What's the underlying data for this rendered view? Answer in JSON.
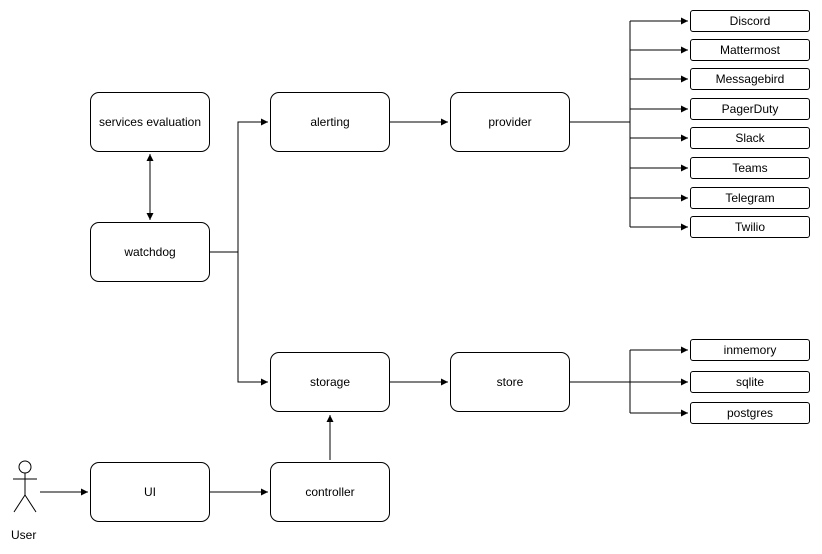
{
  "diagram": {
    "nodes": {
      "services_evaluation": {
        "label": "services evaluation"
      },
      "watchdog": {
        "label": "watchdog"
      },
      "alerting": {
        "label": "alerting"
      },
      "provider": {
        "label": "provider"
      },
      "storage": {
        "label": "storage"
      },
      "store": {
        "label": "store"
      },
      "ui": {
        "label": "UI"
      },
      "controller": {
        "label": "controller"
      },
      "user": {
        "label": "User"
      }
    },
    "providers": [
      "Discord",
      "Mattermost",
      "Messagebird",
      "PagerDuty",
      "Slack",
      "Teams",
      "Telegram",
      "Twilio"
    ],
    "stores": [
      "inmemory",
      "sqlite",
      "postgres"
    ],
    "edges": [
      {
        "from": "services evaluation",
        "to": "watchdog",
        "type": "bidirectional"
      },
      {
        "from": "watchdog",
        "to": "alerting",
        "type": "arrow"
      },
      {
        "from": "watchdog",
        "to": "storage",
        "type": "arrow"
      },
      {
        "from": "alerting",
        "to": "provider",
        "type": "arrow"
      },
      {
        "from": "provider",
        "to": "Discord",
        "type": "arrow"
      },
      {
        "from": "provider",
        "to": "Mattermost",
        "type": "arrow"
      },
      {
        "from": "provider",
        "to": "Messagebird",
        "type": "arrow"
      },
      {
        "from": "provider",
        "to": "PagerDuty",
        "type": "arrow"
      },
      {
        "from": "provider",
        "to": "Slack",
        "type": "arrow"
      },
      {
        "from": "provider",
        "to": "Teams",
        "type": "arrow"
      },
      {
        "from": "provider",
        "to": "Telegram",
        "type": "arrow"
      },
      {
        "from": "provider",
        "to": "Twilio",
        "type": "arrow"
      },
      {
        "from": "storage",
        "to": "store",
        "type": "arrow"
      },
      {
        "from": "store",
        "to": "inmemory",
        "type": "arrow"
      },
      {
        "from": "store",
        "to": "sqlite",
        "type": "arrow"
      },
      {
        "from": "store",
        "to": "postgres",
        "type": "arrow"
      },
      {
        "from": "User",
        "to": "UI",
        "type": "arrow"
      },
      {
        "from": "UI",
        "to": "controller",
        "type": "arrow"
      },
      {
        "from": "controller",
        "to": "storage",
        "type": "arrow"
      }
    ]
  },
  "colors": {
    "stroke": "#000000",
    "node_fill": "#ffffff",
    "background": "#ffffff"
  }
}
